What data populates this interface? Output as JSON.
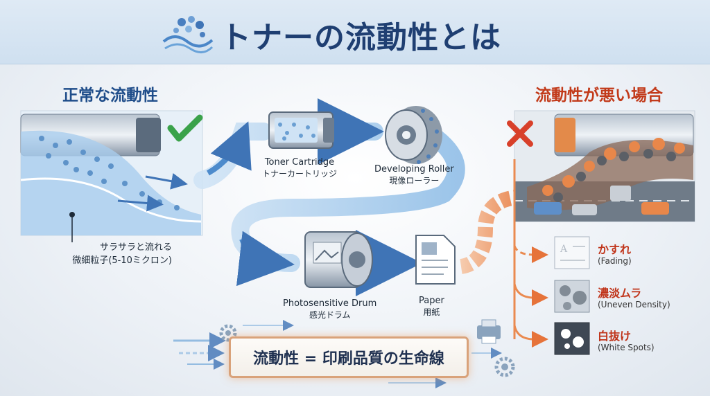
{
  "title": "トナーの流動性とは",
  "good_section": {
    "heading": "正常な流動性",
    "note_line1": "サラサラと流れる",
    "note_line2": "微細粒子(5-10ミクロン)"
  },
  "bad_section": {
    "heading": "流動性が悪い場合"
  },
  "flow_steps": [
    {
      "en": "Toner Cartridge",
      "jp": "トナーカートリッジ"
    },
    {
      "en": "Developing Roller",
      "jp": "現像ローラー"
    },
    {
      "en": "Photosensitive Drum",
      "jp": "感光ドラム"
    },
    {
      "en": "Paper",
      "jp": "用紙"
    }
  ],
  "issues": [
    {
      "jp": "かすれ",
      "en": "(Fading)"
    },
    {
      "jp": "濃淡ムラ",
      "en": "(Uneven Density)"
    },
    {
      "jp": "白抜け",
      "en": "(White Spots)"
    }
  ],
  "slogan": "流動性 = 印刷品質の生命線",
  "colors": {
    "title": "#1f3f72",
    "good": "#1f4d8a",
    "bad": "#c23a1a",
    "flow_arrow": "#7fb0dd",
    "problem_arrow": "#ea8a50"
  }
}
